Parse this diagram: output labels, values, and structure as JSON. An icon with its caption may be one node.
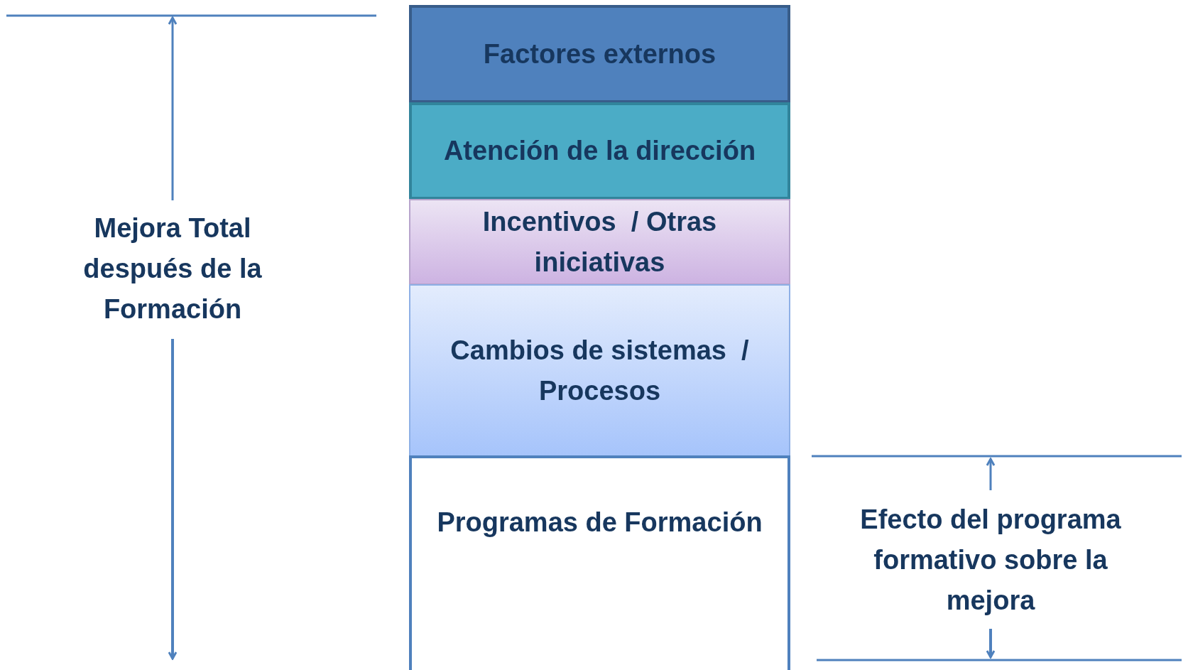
{
  "diagram": {
    "nodes": [
      {
        "text": [
          "Factores externos"
        ]
      },
      {
        "text": [
          "Atención de la dirección"
        ]
      },
      {
        "text": [
          "Incentivos  / Otras iniciativas"
        ]
      },
      {
        "text": [
          "Cambios de sistemas  / Procesos"
        ]
      },
      {
        "text": [
          "Programas de Formación"
        ]
      }
    ],
    "labels": [
      "Mejora Total después de la Formación",
      "Efecto del programa formativo sobre la mejora"
    ]
  }
}
